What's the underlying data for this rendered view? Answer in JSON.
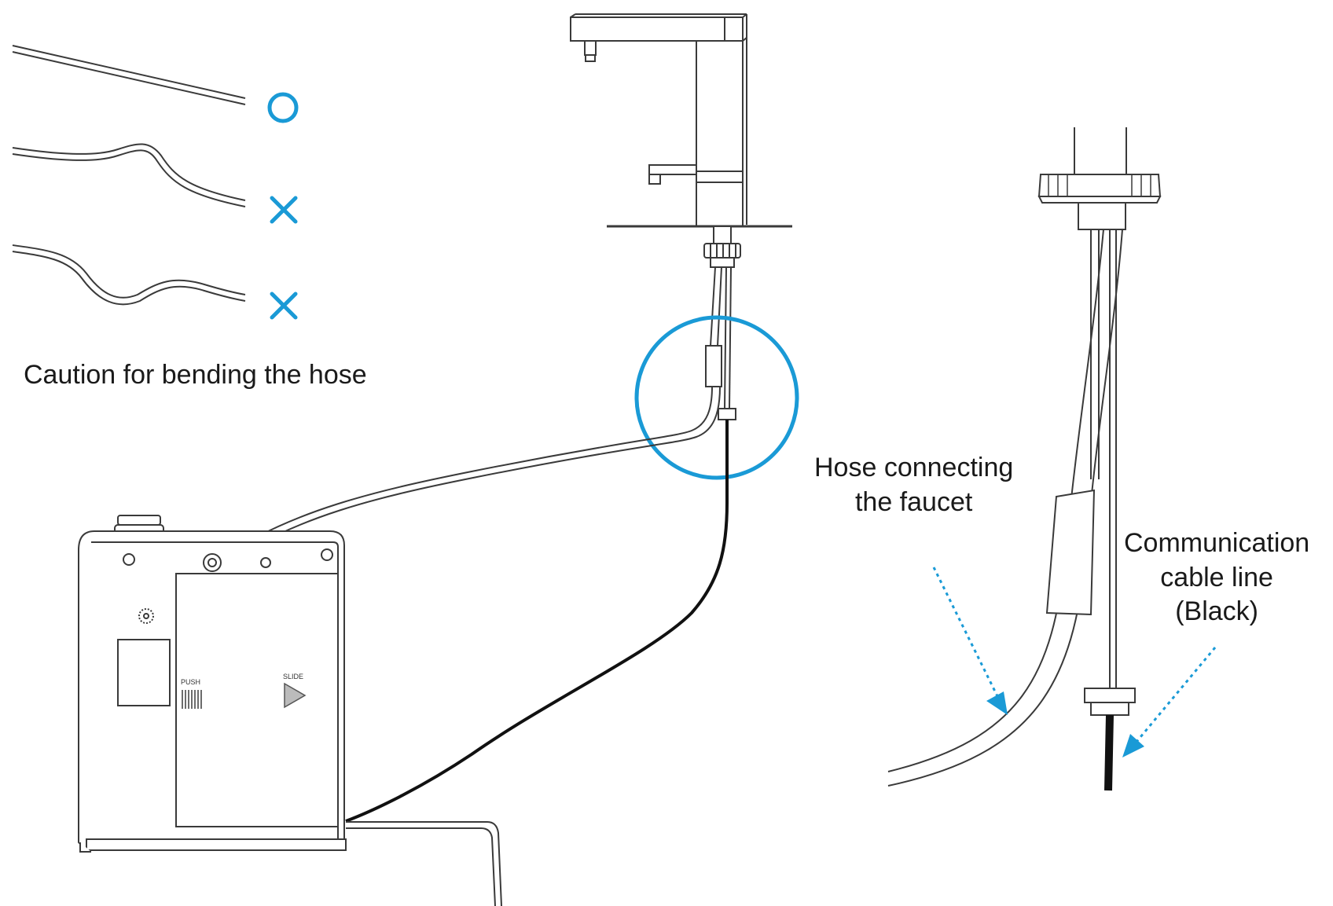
{
  "colors": {
    "accent": "#1a9ad6",
    "line": "#3a3a3a",
    "cable": "#111111"
  },
  "bend_examples": [
    {
      "name": "straight-hose",
      "mark": "circle-mark-icon"
    },
    {
      "name": "bent-hose",
      "mark": "cross-mark-icon"
    },
    {
      "name": "wavy-hose",
      "mark": "cross-mark-icon"
    }
  ],
  "labels": {
    "caution": "Caution for bending the hose",
    "hose_line1": "Hose connecting",
    "hose_line2": "the faucet",
    "cable_line1": "Communication",
    "cable_line2": "cable line",
    "cable_line3": "(Black)"
  },
  "unit_panel": {
    "push": "PUSH",
    "slide": "SLIDE"
  }
}
